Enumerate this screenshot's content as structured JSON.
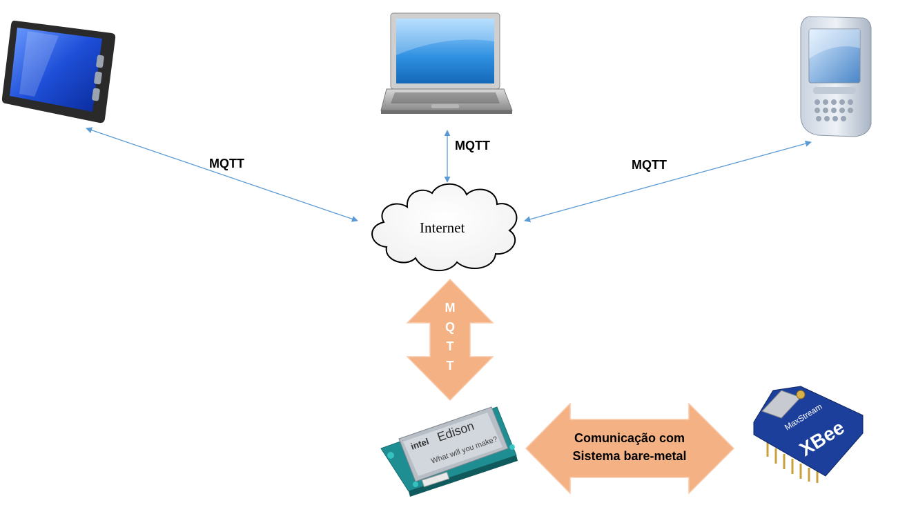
{
  "labels": {
    "mqtt_tablet": "MQTT",
    "mqtt_laptop": "MQTT",
    "mqtt_phone": "MQTT",
    "cloud": "Internet",
    "mqtt_vertical": [
      "M",
      "Q",
      "T",
      "T"
    ],
    "bridge_line1": "Comunicação com",
    "bridge_line2": "Sistema bare-metal"
  },
  "modules": {
    "edison_brand": "intel",
    "edison_name": "Edison",
    "edison_tagline": "What will you make?",
    "xbee_brand": "MaxStream",
    "xbee_name": "XBee"
  },
  "colors": {
    "connector": "#5b9bd5",
    "block_arrow_fill": "#f4b183",
    "block_arrow_stroke": "#f8cbad"
  },
  "icons": [
    "tablet-icon",
    "laptop-icon",
    "phone-icon",
    "cloud-icon",
    "edison-board-icon",
    "xbee-module-icon"
  ]
}
